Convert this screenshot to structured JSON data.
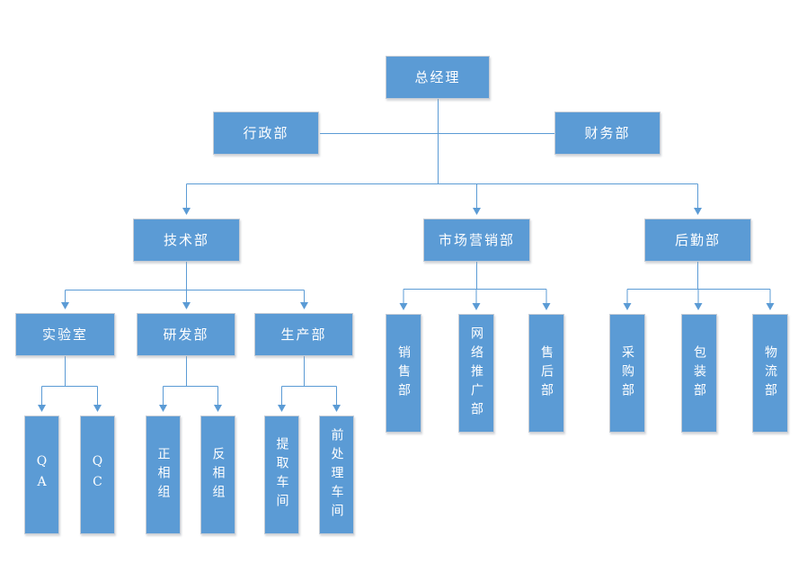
{
  "chart_title": "",
  "style": {
    "node_fill": "#5b9bd5",
    "node_border": "#c6cdd6",
    "connector_color": "#5b9bd5",
    "text_color": "#ffffff",
    "background": "#ffffff"
  },
  "nodes": {
    "general_manager": "总经理",
    "admin": "行政部",
    "finance": "财务部",
    "tech": "技术部",
    "marketing": "市场营销部",
    "logistics_support": "后勤部",
    "lab": "实验室",
    "rnd": "研发部",
    "production": "生产部",
    "qa": "QA",
    "qc": "QC",
    "normal_phase": "正相组",
    "reverse_phase": "反相组",
    "extraction": "提取车间",
    "pretreatment": "前处理车间",
    "sales": "销售部",
    "online_promotion": "网络推广部",
    "after_sales": "售后部",
    "purchasing": "采购部",
    "packaging": "包装部",
    "logistics": "物流部"
  },
  "hierarchy": {
    "general_manager": [
      "admin",
      "finance",
      "tech",
      "marketing",
      "logistics_support"
    ],
    "tech": [
      "lab",
      "rnd",
      "production"
    ],
    "marketing": [
      "sales",
      "online_promotion",
      "after_sales"
    ],
    "logistics_support": [
      "purchasing",
      "packaging",
      "logistics"
    ],
    "lab": [
      "qa",
      "qc"
    ],
    "rnd": [
      "normal_phase",
      "reverse_phase"
    ],
    "production": [
      "extraction",
      "pretreatment"
    ]
  },
  "staff_connections_without_arrows": [
    "admin",
    "finance"
  ]
}
